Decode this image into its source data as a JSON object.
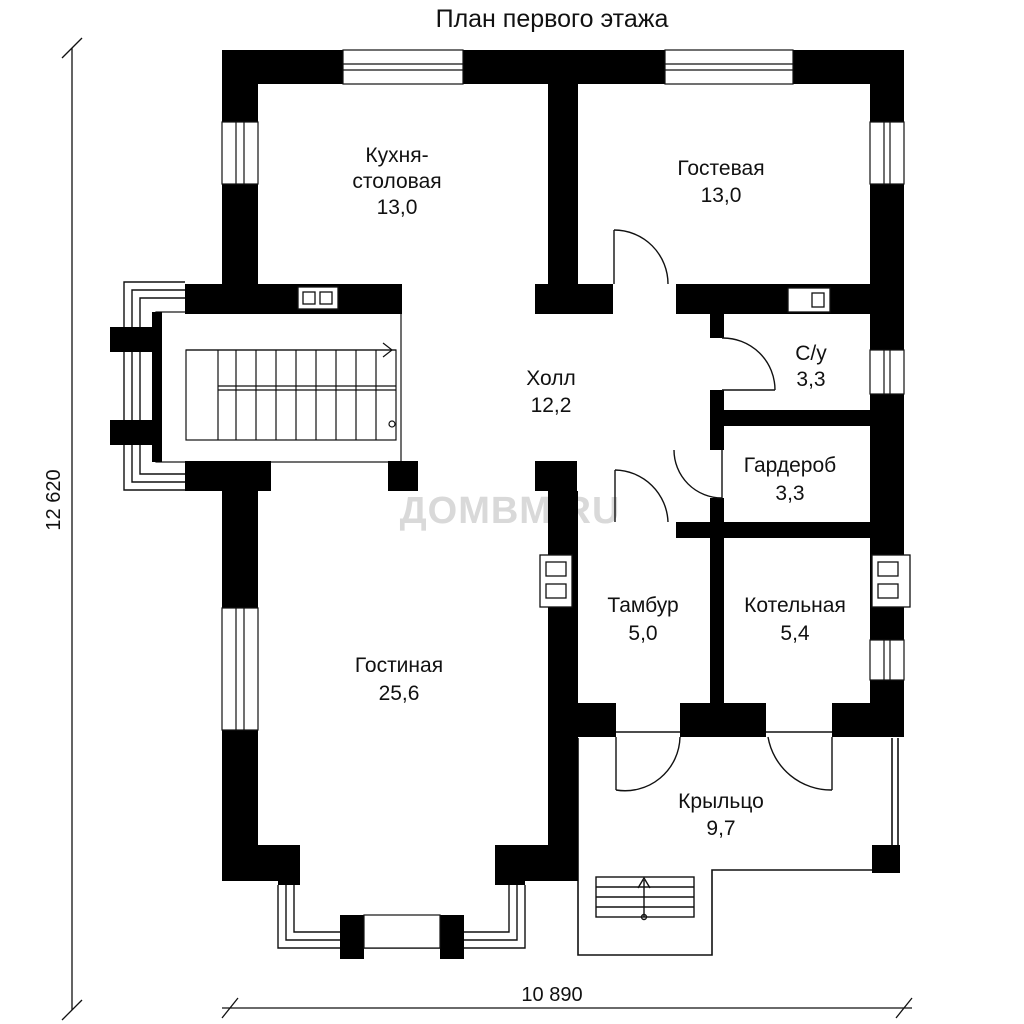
{
  "title": "План первого этажа",
  "watermark": "ДОМВМ.RU",
  "dimensions": {
    "width": "10 890",
    "height": "12 620"
  },
  "rooms": [
    {
      "id": "kitchen",
      "name_lines": [
        "Кухня-",
        "столовая"
      ],
      "area": "13,0"
    },
    {
      "id": "guest",
      "name_lines": [
        "Гостевая"
      ],
      "area": "13,0"
    },
    {
      "id": "hall",
      "name_lines": [
        "Холл"
      ],
      "area": "12,2"
    },
    {
      "id": "wc",
      "name_lines": [
        "С/у"
      ],
      "area": "3,3"
    },
    {
      "id": "wardrobe",
      "name_lines": [
        "Гардероб"
      ],
      "area": "3,3"
    },
    {
      "id": "vestibule",
      "name_lines": [
        "Тамбур"
      ],
      "area": "5,0"
    },
    {
      "id": "boiler",
      "name_lines": [
        "Котельная"
      ],
      "area": "5,4"
    },
    {
      "id": "living",
      "name_lines": [
        "Гостиная"
      ],
      "area": "25,6"
    },
    {
      "id": "porch",
      "name_lines": [
        "Крыльцо"
      ],
      "area": "9,7"
    }
  ]
}
